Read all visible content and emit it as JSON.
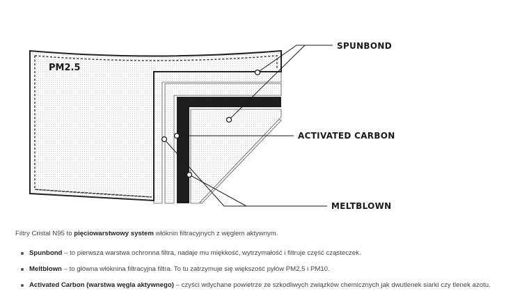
{
  "diagram": {
    "filter_label": "PM2.5",
    "callouts": {
      "spunbond": "SPUNBOND",
      "activated_carbon": "ACTIVATED CARBON",
      "meltblown": "MELTBLOWN"
    }
  },
  "description": {
    "intro_prefix": "Filtry Cristal N95 to ",
    "intro_bold": "pięciowarstwowy system",
    "intro_suffix": " włóknin filtracyjnych z węglem aktywnym.",
    "items": [
      {
        "term": "Spunbond",
        "text": " – to pierwsza warstwa ochronna filtra, nadaje mu miękkość, wytrzymałość i filtruje część cząsteczek."
      },
      {
        "term": "Meltblown",
        "text": " – to główna włóknina filtracyjna filtra. To tu zatrzymuje się większość pyłów PM2,5 i PM10."
      },
      {
        "term": "Activated Carbon (warstwa węgla aktywnego)",
        "text": " – czyści wdychane powietrze ze szkodliwych związków chemicznych jak dwutlenek siarki czy tlenek azotu."
      }
    ]
  },
  "colors": {
    "ink": "#1a1a1a",
    "carbon": "#1e1e1e",
    "text": "#444444"
  }
}
